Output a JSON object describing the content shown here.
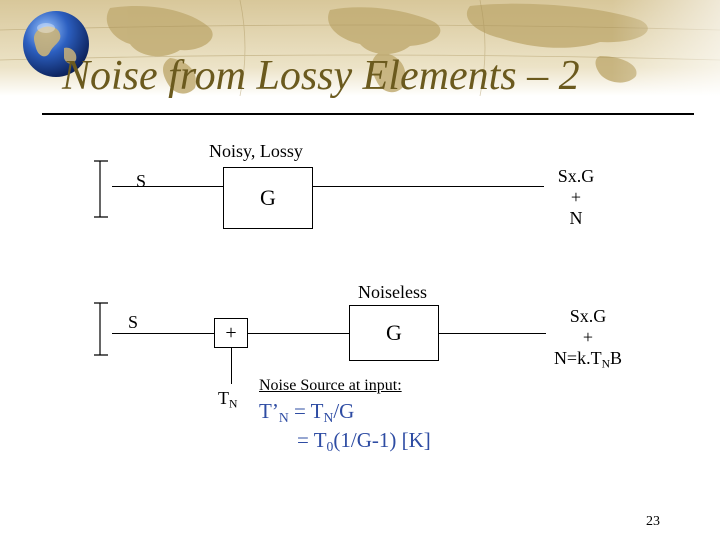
{
  "slide": {
    "title": "Noise from Lossy Elements – 2",
    "page_number": "23"
  },
  "top_diagram": {
    "box_caption": "Noisy, Lossy",
    "source_label": "S",
    "block_label": "G",
    "output": {
      "line1": "Sx.G",
      "line2": "+",
      "line3": "N"
    }
  },
  "bottom_diagram": {
    "box_caption": "Noiseless",
    "source_label": "S",
    "adder_label": "+",
    "block_label": "G",
    "output": {
      "line1": "Sx.G",
      "line2": "+",
      "line3_prefix": "N=k.T",
      "line3_sub": "N",
      "line3_suffix": "B"
    },
    "noise_input": {
      "main": "T",
      "sub": "N"
    },
    "note_heading": "Noise Source at input:",
    "eq1": {
      "part1": "T’",
      "sub1": "N",
      "part2": " = T",
      "sub2": "N",
      "part3": "/G"
    },
    "eq2": {
      "part1": "= T",
      "sub1": "0",
      "part2": "(1/G-1) [K]"
    }
  },
  "colors": {
    "title": "#6b5a1e",
    "equation": "#2e4ca3"
  }
}
